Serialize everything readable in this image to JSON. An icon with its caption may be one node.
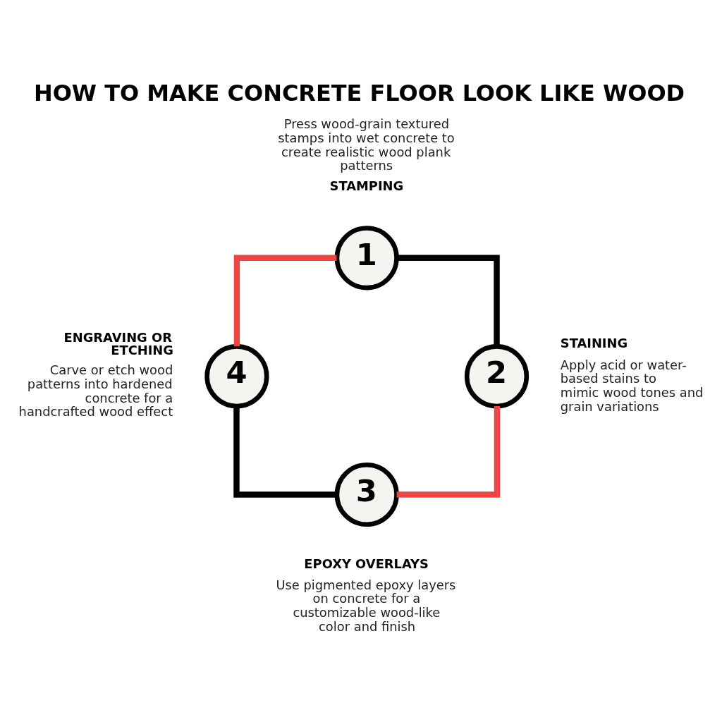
{
  "diagram": {
    "title": "HOW TO MAKE CONCRETE FLOOR LOOK LIKE WOOD",
    "nodes": [
      {
        "text": [
          "1"
        ],
        "beside": [
          "Press wood-grain textured stamps into wet concrete to create realistic wood plank patterns",
          "STAMPING"
        ]
      },
      {
        "text": [
          "2"
        ],
        "beside": [
          "STAINING",
          "Apply acid or water-based stains to mimic wood tones and grain variations"
        ]
      },
      {
        "text": [
          "3"
        ],
        "beside": [
          "EPOXY OVERLAYS",
          "Use pigmented epoxy layers on concrete for a customizable wood-like color and finish"
        ]
      },
      {
        "text": [
          "4"
        ],
        "beside": [
          "ENGRAVING OR ETCHING",
          "Carve or etch wood patterns into hardened concrete for a handcrafted wood effect"
        ]
      }
    ],
    "edges": [
      {
        "from": 0,
        "to": 1,
        "arrow": "none",
        "color": "#000000"
      },
      {
        "from": 1,
        "to": 2,
        "arrow": "none",
        "color": "#ef4444"
      },
      {
        "from": 2,
        "to": 3,
        "arrow": "none",
        "color": "#000000"
      },
      {
        "from": 3,
        "to": 0,
        "arrow": "none",
        "color": "#ef4444"
      }
    ]
  }
}
